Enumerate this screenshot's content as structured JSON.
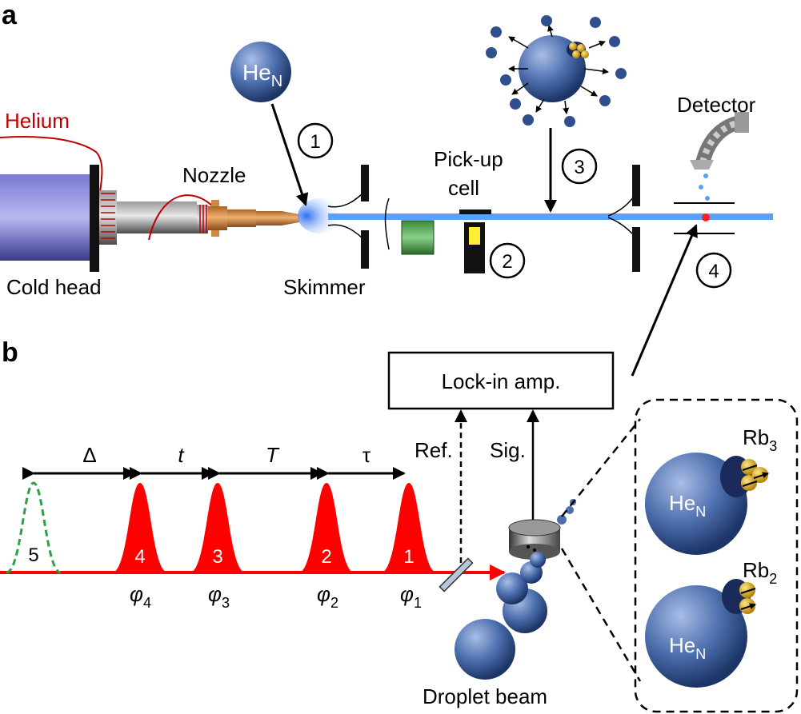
{
  "panels": {
    "a": "a",
    "b": "b"
  },
  "labels": {
    "helium": "Helium",
    "nozzle": "Nozzle",
    "cold_head": "Cold head",
    "skimmer": "Skimmer",
    "pickup_line1": "Pick-up",
    "pickup_line2": "cell",
    "detector": "Detector",
    "lockin": "Lock-in amp.",
    "ref": "Ref.",
    "sig": "Sig.",
    "droplet_beam": "Droplet beam"
  },
  "droplet": {
    "base": "He",
    "sub": "N"
  },
  "steps": [
    "1",
    "2",
    "3",
    "4"
  ],
  "pulses": [
    "4",
    "3",
    "2",
    "1"
  ],
  "probe_pulse": "5",
  "delays": {
    "delta": "Δ",
    "t": "t",
    "T": "T",
    "tau": "τ"
  },
  "phases": {
    "phi4": {
      "base": "φ",
      "sub": "4"
    },
    "phi3": {
      "base": "φ",
      "sub": "3"
    },
    "phi2": {
      "base": "φ",
      "sub": "2"
    },
    "phi1": {
      "base": "φ",
      "sub": "1"
    }
  },
  "inset": {
    "rb3": {
      "base": "Rb",
      "sub": "3"
    },
    "rb2": {
      "base": "Rb",
      "sub": "2"
    }
  },
  "colors": {
    "droplet": "#2f4f8f",
    "pulse": "#ff0000",
    "probe": "#2ea043",
    "beam": "#5aa0ff",
    "copper": "#c8843c",
    "gold": "#e0b020"
  }
}
